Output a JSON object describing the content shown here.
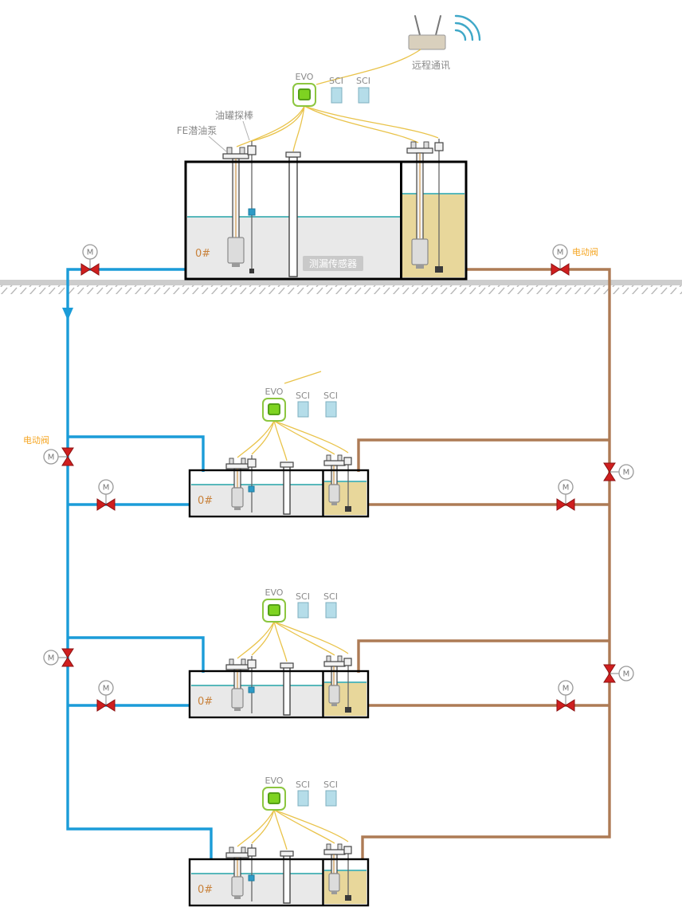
{
  "labels": {
    "remote_comm": "远程通讯",
    "evo": "EVO",
    "sci": "SCI",
    "tank_probe": "油罐探棒",
    "fe_pump": "FE潜油泵",
    "leak_sensor": "测漏传感器",
    "electric_valve": "电动阀",
    "motor": "M"
  },
  "tanks": [
    {
      "grade": "0#"
    },
    {
      "grade": "0#"
    },
    {
      "grade": "0#"
    },
    {
      "grade": "0#"
    }
  ],
  "colors": {
    "supply_pipe_blue": "#1b9cd8",
    "return_pipe_brown": "#ad7b55",
    "signal_wire_yellow": "#e9c34a",
    "valve_red": "#cf1f1f",
    "evo_green": "#7ed321",
    "sci_blue": "#b5dde9",
    "fuel_fill_tan": "#e8d79b",
    "water_level_teal": "#58b8bb",
    "label_orange": "#f5a623",
    "grade_orange": "#c8813a"
  }
}
